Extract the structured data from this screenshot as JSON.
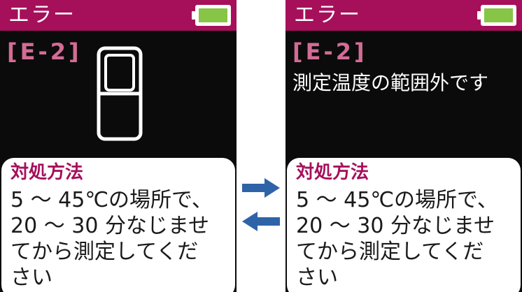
{
  "colors": {
    "title_bar": "#a6105b",
    "error_code": "#d26c95",
    "battery_fill": "#86c545",
    "arrow": "#2f63a8",
    "screen_bg": "#0b0b0b"
  },
  "screens": [
    {
      "title": "エラー",
      "error_code": "[E-2]",
      "icon": "device-icon",
      "message": "",
      "remedy_title": "対処方法",
      "remedy_lines": [
        "5 ～ 45℃の場所で、",
        "20 ～ 30 分なじませ",
        "てから測定してくだ",
        "さい"
      ]
    },
    {
      "title": "エラー",
      "error_code": "[E-2]",
      "message": "測定温度の範囲外です",
      "remedy_title": "対処方法",
      "remedy_lines": [
        "5 ～ 45℃の場所で、",
        "20 ～ 30 分なじませ",
        "てから測定してくだ",
        "さい"
      ]
    }
  ],
  "arrows": {
    "forward_icon": "arrow-right-icon",
    "back_icon": "arrow-left-icon"
  }
}
